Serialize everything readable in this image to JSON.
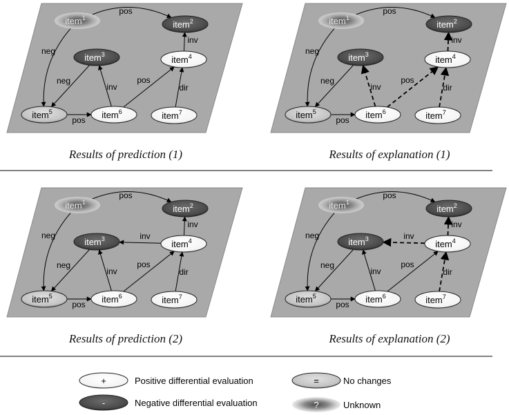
{
  "panels": [
    {
      "id": "prediction-1",
      "caption": "Results of prediction (1)",
      "nodes": {
        "item1": "unknown",
        "item2": "negative",
        "item3": "negative",
        "item4": "positive",
        "item5": "nochange",
        "item6": "positive",
        "item7": "positive"
      },
      "edges": [
        {
          "from": "item1",
          "to": "item2",
          "label": "pos",
          "style": "solid"
        },
        {
          "from": "item1",
          "to": "item5",
          "label": "neg",
          "style": "solid"
        },
        {
          "from": "item4",
          "to": "item2",
          "label": "inv",
          "style": "solid"
        },
        {
          "from": "item3",
          "to": "item5",
          "label": "neg",
          "style": "solid"
        },
        {
          "from": "item6",
          "to": "item3",
          "label": "inv",
          "style": "solid"
        },
        {
          "from": "item6",
          "to": "item4",
          "label": "pos",
          "style": "solid"
        },
        {
          "from": "item7",
          "to": "item4",
          "label": "dir",
          "style": "solid"
        },
        {
          "from": "item5",
          "to": "item6",
          "label": "pos",
          "style": "solid"
        }
      ]
    },
    {
      "id": "explanation-1",
      "caption": "Results of explanation (1)",
      "nodes": {
        "item1": "unknown",
        "item2": "negative",
        "item3": "negative",
        "item4": "positive",
        "item5": "nochange",
        "item6": "positive",
        "item7": "positive"
      },
      "edges": [
        {
          "from": "item1",
          "to": "item2",
          "label": "pos",
          "style": "solid"
        },
        {
          "from": "item1",
          "to": "item5",
          "label": "neg",
          "style": "solid"
        },
        {
          "from": "item4",
          "to": "item2",
          "label": "inv",
          "style": "dashed"
        },
        {
          "from": "item3",
          "to": "item5",
          "label": "neg",
          "style": "solid"
        },
        {
          "from": "item6",
          "to": "item3",
          "label": "inv",
          "style": "dashed"
        },
        {
          "from": "item6",
          "to": "item4",
          "label": "pos",
          "style": "dashed"
        },
        {
          "from": "item7",
          "to": "item4",
          "label": "dir",
          "style": "dashed"
        },
        {
          "from": "item5",
          "to": "item6",
          "label": "pos",
          "style": "solid"
        }
      ]
    },
    {
      "id": "prediction-2",
      "caption": "Results of prediction (2)",
      "nodes": {
        "item1": "unknown",
        "item2": "negative",
        "item3": "negative",
        "item4": "positive",
        "item5": "nochange",
        "item6": "positive",
        "item7": "positive"
      },
      "edges": [
        {
          "from": "item1",
          "to": "item2",
          "label": "pos",
          "style": "solid"
        },
        {
          "from": "item1",
          "to": "item5",
          "label": "neg",
          "style": "solid"
        },
        {
          "from": "item4",
          "to": "item2",
          "label": "inv",
          "style": "solid"
        },
        {
          "from": "item4",
          "to": "item3",
          "label": "inv",
          "style": "solid"
        },
        {
          "from": "item3",
          "to": "item5",
          "label": "neg",
          "style": "solid"
        },
        {
          "from": "item6",
          "to": "item3",
          "label": "inv",
          "style": "solid"
        },
        {
          "from": "item6",
          "to": "item4",
          "label": "pos",
          "style": "solid"
        },
        {
          "from": "item7",
          "to": "item4",
          "label": "dir",
          "style": "solid"
        },
        {
          "from": "item5",
          "to": "item6",
          "label": "pos",
          "style": "solid"
        }
      ]
    },
    {
      "id": "explanation-2",
      "caption": "Results of explanation (2)",
      "nodes": {
        "item1": "unknown",
        "item2": "negative",
        "item3": "negative",
        "item4": "positive",
        "item5": "nochange",
        "item6": "positive",
        "item7": "positive"
      },
      "edges": [
        {
          "from": "item1",
          "to": "item2",
          "label": "pos",
          "style": "solid"
        },
        {
          "from": "item1",
          "to": "item5",
          "label": "neg",
          "style": "solid"
        },
        {
          "from": "item4",
          "to": "item2",
          "label": "inv",
          "style": "dashed"
        },
        {
          "from": "item4",
          "to": "item3",
          "label": "inv",
          "style": "dashed"
        },
        {
          "from": "item3",
          "to": "item5",
          "label": "neg",
          "style": "solid"
        },
        {
          "from": "item6",
          "to": "item3",
          "label": "inv",
          "style": "solid"
        },
        {
          "from": "item6",
          "to": "item4",
          "label": "pos",
          "style": "solid"
        },
        {
          "from": "item7",
          "to": "item4",
          "label": "dir",
          "style": "dashed"
        },
        {
          "from": "item5",
          "to": "item6",
          "label": "pos",
          "style": "solid"
        }
      ]
    }
  ],
  "node_labels": {
    "item1": {
      "base": "item",
      "sup": "1"
    },
    "item2": {
      "base": "item",
      "sup": "2"
    },
    "item3": {
      "base": "item",
      "sup": "3"
    },
    "item4": {
      "base": "item",
      "sup": "4"
    },
    "item5": {
      "base": "item",
      "sup": "5"
    },
    "item6": {
      "base": "item",
      "sup": "6"
    },
    "item7": {
      "base": "item",
      "sup": "7"
    }
  },
  "legend": [
    {
      "kind": "positive",
      "symbol": "+",
      "label": "Positive differential evaluation"
    },
    {
      "kind": "negative",
      "symbol": "-",
      "label": "Negative differential evaluation"
    },
    {
      "kind": "nochange",
      "symbol": "=",
      "label": "No changes"
    },
    {
      "kind": "unknown",
      "symbol": "?",
      "label": "Unknown"
    }
  ],
  "colors": {
    "panel_fill": "#a9a9a9",
    "positive": "#ffffff",
    "negative": "#555555",
    "nochange": "#c8c8c8",
    "unknown": "#9e9e9e",
    "edge": "#000000"
  }
}
